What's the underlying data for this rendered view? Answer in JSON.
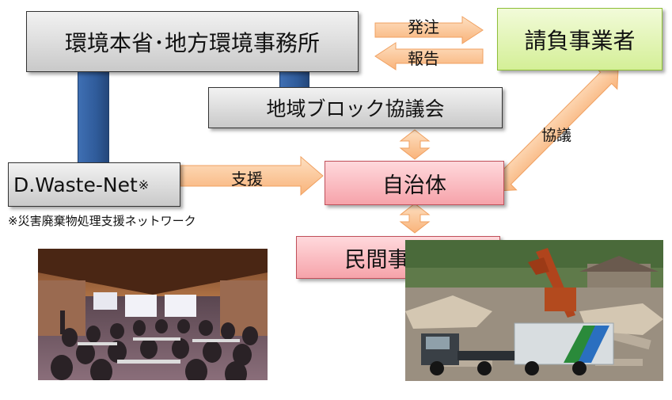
{
  "nodes": {
    "ministry": "環境本省･地方環境事務所",
    "contractor": "請負事業者",
    "regional_council": "地域ブロック協議会",
    "dwaste_net": "D.Waste-Net",
    "dwaste_net_mark": "※",
    "municipality": "自治体",
    "private_business": "民間事業者"
  },
  "edges": {
    "order": "発注",
    "report": "報告",
    "consult": "協議",
    "support": "支援"
  },
  "footnote": "※災害廃棄物処理支援ネットワーク",
  "colors": {
    "pillar_blue": "#2f5b9a",
    "arrow_orange": "#fbc89a",
    "arrow_stroke": "#f0a060"
  },
  "photos": {
    "left": "seminar-hall-photo",
    "right": "debris-truck-photo"
  }
}
